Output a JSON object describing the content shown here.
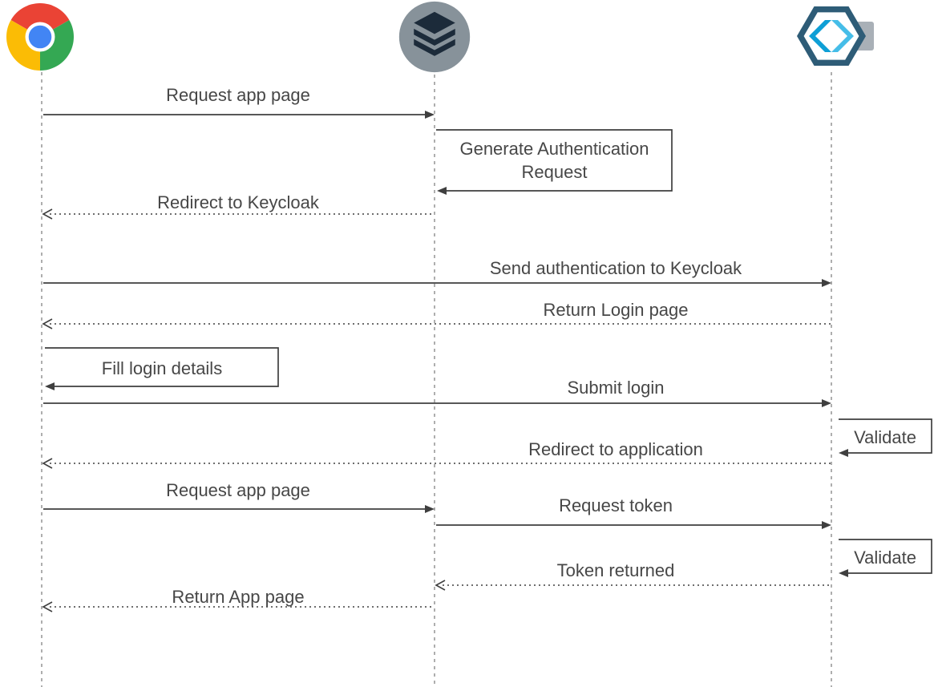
{
  "diagram": {
    "type": "sequence",
    "participants": [
      {
        "id": "browser",
        "icon": "chrome-browser-icon"
      },
      {
        "id": "application",
        "icon": "application-layers-icon"
      },
      {
        "id": "keycloak",
        "icon": "keycloak-icon"
      }
    ],
    "messages": [
      {
        "label": "Request app page",
        "from": "browser",
        "to": "application",
        "line": "solid"
      },
      {
        "label": "Generate Authentication Request",
        "from": "application",
        "to": "application",
        "line": "solid",
        "kind": "self-call"
      },
      {
        "label": "Redirect to Keycloak",
        "from": "application",
        "to": "browser",
        "line": "dotted"
      },
      {
        "label": "Send authentication to Keycloak",
        "from": "browser",
        "to": "keycloak",
        "line": "solid"
      },
      {
        "label": "Return Login page",
        "from": "keycloak",
        "to": "browser",
        "line": "dotted"
      },
      {
        "label": "Fill login details",
        "from": "browser",
        "to": "browser",
        "line": "solid",
        "kind": "self-call"
      },
      {
        "label": "Submit login",
        "from": "browser",
        "to": "keycloak",
        "line": "solid"
      },
      {
        "label": "Validate",
        "from": "keycloak",
        "to": "keycloak",
        "line": "solid",
        "kind": "self-call"
      },
      {
        "label": "Redirect to application",
        "from": "keycloak",
        "to": "browser",
        "line": "dotted"
      },
      {
        "label": "Request app page",
        "from": "browser",
        "to": "application",
        "line": "solid"
      },
      {
        "label": "Request token",
        "from": "application",
        "to": "keycloak",
        "line": "solid"
      },
      {
        "label": "Validate",
        "from": "keycloak",
        "to": "keycloak",
        "line": "solid",
        "kind": "self-call"
      },
      {
        "label": "Token returned",
        "from": "keycloak",
        "to": "application",
        "line": "dotted"
      },
      {
        "label": "Return App page",
        "from": "application",
        "to": "browser",
        "line": "dotted"
      }
    ],
    "colors": {
      "arrow": "#3f3f3f",
      "label_text": "#474747",
      "lifeline": "#8c8c8c",
      "background": "#ffffff",
      "chrome_red": "#EA4335",
      "chrome_yellow": "#FBBC05",
      "chrome_green": "#34A853",
      "chrome_blue": "#4285F4",
      "app_circle_gray": "#87929A",
      "app_glyph_navy": "#1C2B3A",
      "keycloak_hex_navy": "#2E5C77",
      "keycloak_cyan_dark": "#0E9FD6",
      "keycloak_cyan_light": "#45BDE8",
      "keycloak_tab_gray": "#A9B0B7"
    }
  }
}
